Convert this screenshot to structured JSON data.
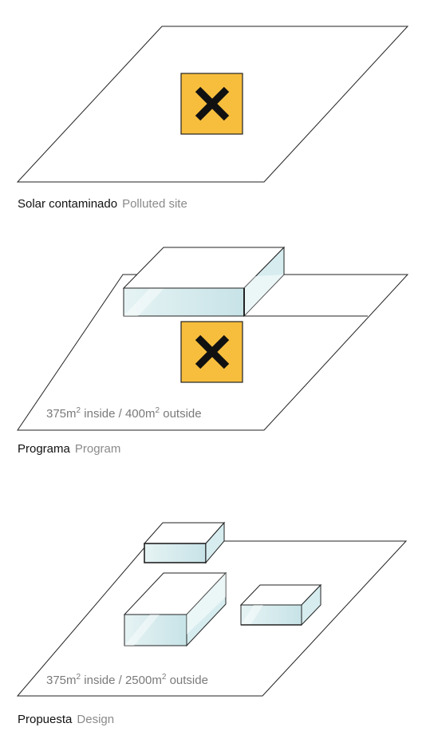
{
  "panels": [
    {
      "caption_es": "Solar contaminado",
      "caption_en": "Polluted site",
      "hazard_icon": "cross-hazard-icon"
    },
    {
      "caption_es": "Programa",
      "caption_en": "Program",
      "hazard_icon": "cross-hazard-icon",
      "area": {
        "inside_value": "375",
        "inside_unit": "m",
        "inside_sup": "2",
        "inside_text": "inside /",
        "outside_value": "400",
        "outside_unit": "m",
        "outside_sup": "2",
        "outside_text": "outside"
      }
    },
    {
      "caption_es": "Propuesta",
      "caption_en": "Design",
      "area": {
        "inside_value": "375",
        "inside_unit": "m",
        "inside_sup": "2",
        "inside_text": "inside /",
        "outside_value": "2500",
        "outside_unit": "m",
        "outside_sup": "2",
        "outside_text": "outside"
      }
    }
  ],
  "colors": {
    "hazard_fill": "#F7BE3D",
    "glass_fill": "#CDE7EA",
    "line": "#222222"
  }
}
